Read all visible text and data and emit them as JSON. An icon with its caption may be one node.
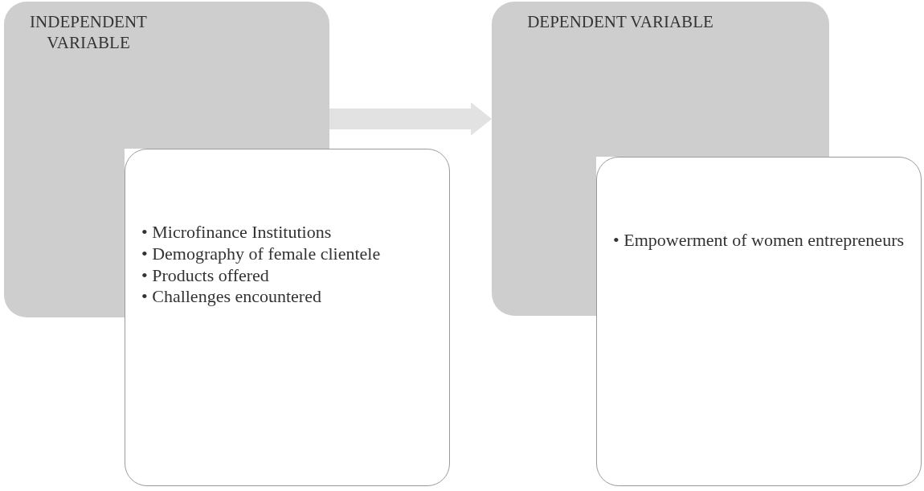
{
  "diagram": {
    "nodes": [
      {
        "text": [
          "INDEPENDENT VARIABLE"
        ]
      },
      {
        "text": [
          "• Microfinance Institutions",
          "• Demography of female clientele",
          "• Products offered",
          "• Challenges encountered"
        ]
      },
      {
        "text": [
          "DEPENDENT VARIABLE"
        ]
      },
      {
        "text": [
          "• Empowerment of women entrepreneurs"
        ]
      }
    ],
    "edges": [
      {
        "from": 0,
        "to": 2,
        "arrow": "to"
      }
    ]
  }
}
